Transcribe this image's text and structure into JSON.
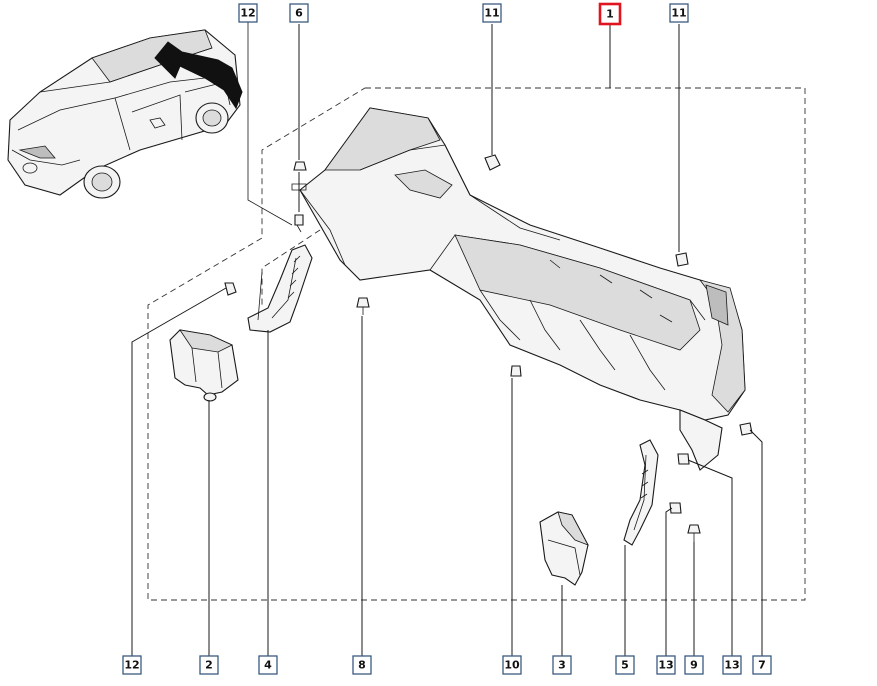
{
  "callouts": [
    {
      "id": "c1",
      "label": "1",
      "main": true
    },
    {
      "id": "c6",
      "label": "6"
    },
    {
      "id": "c11a",
      "label": "11"
    },
    {
      "id": "c11b",
      "label": "11"
    },
    {
      "id": "c12a",
      "label": "12"
    },
    {
      "id": "c12b",
      "label": "12"
    },
    {
      "id": "c2",
      "label": "2"
    },
    {
      "id": "c4",
      "label": "4"
    },
    {
      "id": "c8",
      "label": "8"
    },
    {
      "id": "c10",
      "label": "10"
    },
    {
      "id": "c3",
      "label": "3"
    },
    {
      "id": "c5",
      "label": "5"
    },
    {
      "id": "c13a",
      "label": "13"
    },
    {
      "id": "c9",
      "label": "9"
    },
    {
      "id": "c13b",
      "label": "13"
    },
    {
      "id": "c7",
      "label": "7"
    }
  ]
}
